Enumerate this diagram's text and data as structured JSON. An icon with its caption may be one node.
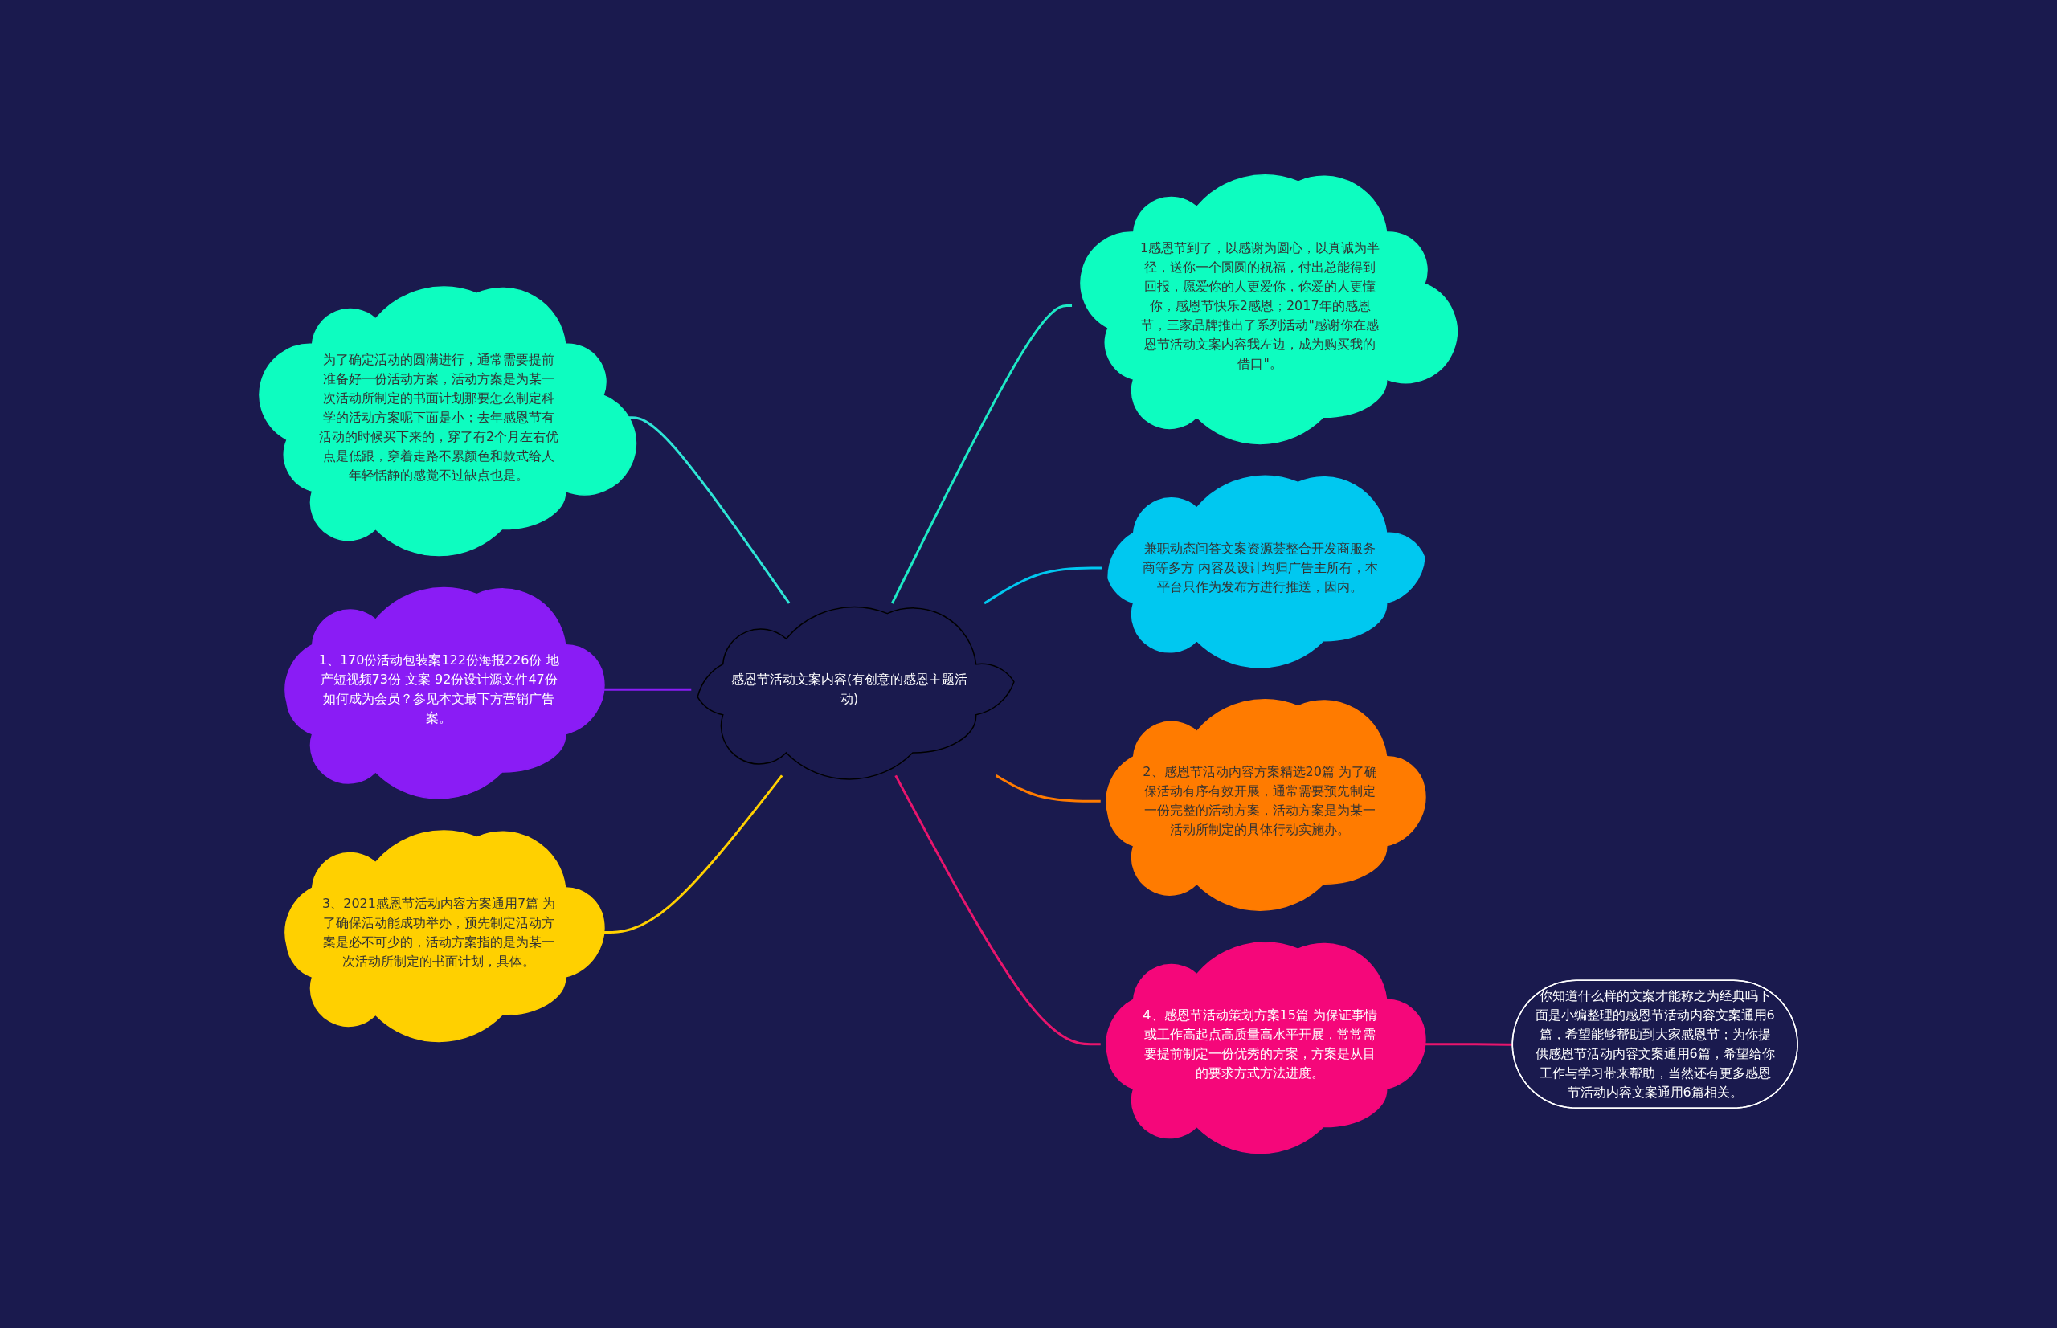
{
  "diagram": {
    "nodes": [
      {
        "text": [
          "感恩节活动文案内容(有创意的感恩主题活动)"
        ]
      },
      {
        "text": [
          "为了确定活动的圆满进行，通常需要提前准备好一份活动方案，活动方案是为某一次活动所制定的书面计划那要怎么制定科学的活动方案呢下面是小；去年感恩节有活动的时候买下来的，穿了有2个月左右优点是低跟，穿着走路不累颜色和款式给人年轻恬静的感觉不过缺点也是。"
        ]
      },
      {
        "text": [
          "1、170份活动包装案122份海报226份 地产短视频73份 文案 92份设计源文件47份如何成为会员？参见本文最下方营销广告案。"
        ]
      },
      {
        "text": [
          "3、2021感恩节活动内容方案通用7篇 为了确保活动能成功举办，预先制定活动方案是必不可少的，活动方案指的是为某一次活动所制定的书面计划，具体。"
        ]
      },
      {
        "text": [
          "1感恩节到了，以感谢为圆心，以真诚为半径，送你一个圆圆的祝福，付出总能得到回报，愿爱你的人更爱你，你爱的人更懂你，感恩节快乐2感恩；2017年的感恩节，三家品牌推出了系列活动\"感谢你在感恩节活动文案内容我左边，成为购买我的借口\"。"
        ]
      },
      {
        "text": [
          "兼职动态问答文案资源荟整合开发商服务商等多方 内容及设计均归广告主所有，本平台只作为发布方进行推送，因内。"
        ]
      },
      {
        "text": [
          "2、感恩节活动内容方案精选20篇 为了确保活动有序有效开展，通常需要预先制定一份完整的活动方案，活动方案是为某一活动所制定的具体行动实施办。"
        ]
      },
      {
        "text": [
          "4、感恩节活动策划方案15篇 为保证事情或工作高起点高质量高水平开展，常常需要提前制定一份优秀的方案，方案是从目的要求方式方法进度。"
        ]
      },
      {
        "text": [
          "你知道什么样的文案才能称之为经典吗下面是小编整理的感恩节活动内容文案通用6篇，希望能够帮助到大家感恩节；为你提供感恩节活动内容文案通用6篇，希望给你工作与学习带来帮助，当然还有更多感恩节活动内容文案通用6篇相关。"
        ]
      }
    ],
    "edges": [
      {
        "from": 1,
        "to": 0,
        "arrow": "none",
        "color": "#2ee6d6"
      },
      {
        "from": 2,
        "to": 0,
        "arrow": "none",
        "color": "#8a1cf5"
      },
      {
        "from": 3,
        "to": 0,
        "arrow": "none",
        "color": "#ffd000"
      },
      {
        "from": 0,
        "to": 4,
        "arrow": "none",
        "color": "#1de9c6"
      },
      {
        "from": 0,
        "to": 5,
        "arrow": "none",
        "color": "#00c8f0"
      },
      {
        "from": 0,
        "to": 6,
        "arrow": "none",
        "color": "#ff7b00"
      },
      {
        "from": 0,
        "to": 7,
        "arrow": "none",
        "color": "#e8156d"
      },
      {
        "from": 7,
        "to": 8,
        "arrow": "none",
        "color": "#e8156d"
      }
    ]
  }
}
